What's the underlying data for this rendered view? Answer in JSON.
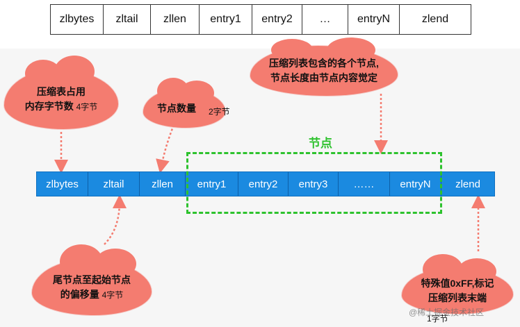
{
  "top_table": {
    "cells": [
      "zlbytes",
      "zltail",
      "zllen",
      "entry1",
      "entry2",
      "…",
      "entryN",
      "zlend"
    ]
  },
  "diagram": {
    "bar_cells": [
      "zlbytes",
      "zltail",
      "zllen",
      "entry1",
      "entry2",
      "entry3",
      "……",
      "entryN",
      "zlend"
    ],
    "node_label": "节点",
    "clouds": {
      "zlbytes_line1": "压缩表占用",
      "zlbytes_line2": "内存字节数",
      "zlbytes_note": "4字节",
      "zllen_line1": "节点数量",
      "zllen_note": "2字节",
      "entries_line1": "压缩列表包含的各个节点,",
      "entries_line2": "节点长度由节点内容觉定",
      "zltail_line1": "尾节点至起始节点",
      "zltail_line2": "的偏移量",
      "zltail_note": "4字节",
      "zlend_line1": "特殊值0xFF,标记",
      "zlend_line2": "压缩列表末端",
      "zlend_note": "1字节"
    },
    "watermark": "@稀土掘金技术社区",
    "colors": {
      "cloud": "#f47c70",
      "bar": "#1b8ae0",
      "dash": "#2ec22e"
    }
  }
}
